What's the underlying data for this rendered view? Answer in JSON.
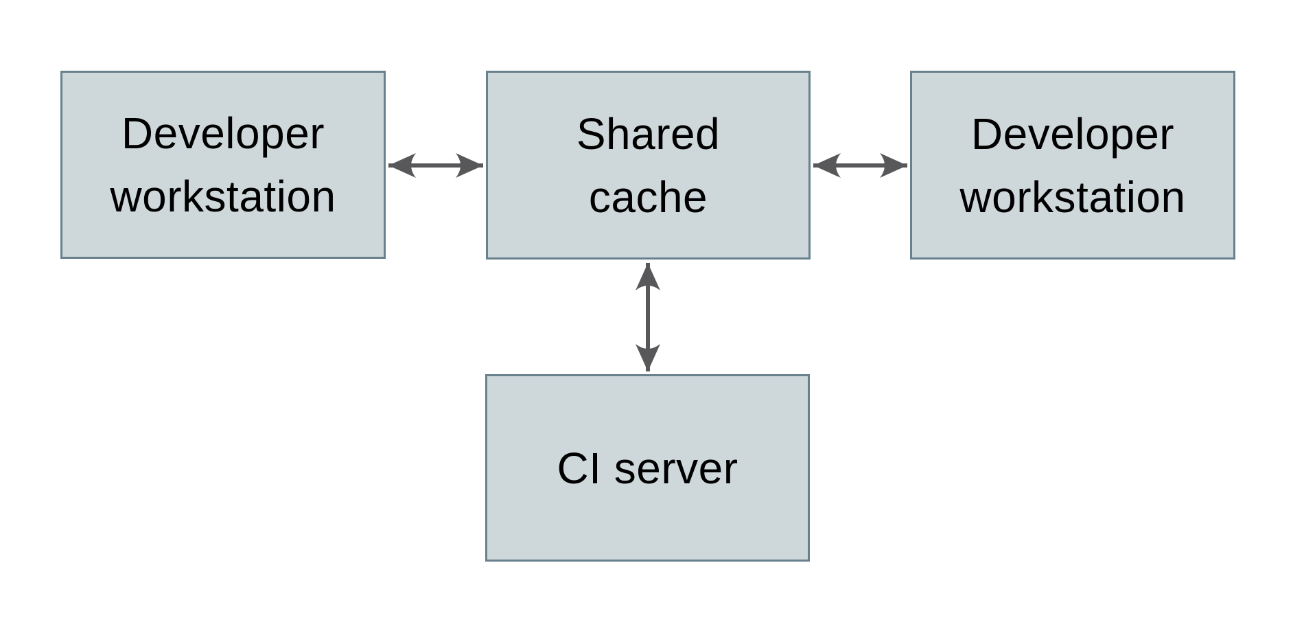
{
  "diagram": {
    "type": "architecture-diagram",
    "background": "#ffffff",
    "nodes": [
      {
        "id": "developer-workstation-left",
        "label": "Developer\nworkstation"
      },
      {
        "id": "shared-cache",
        "label": "Shared\ncache"
      },
      {
        "id": "developer-workstation-right",
        "label": "Developer\nworkstation"
      },
      {
        "id": "ci-server",
        "label": "CI server"
      }
    ],
    "edges": [
      {
        "from": "developer-workstation-left",
        "to": "shared-cache",
        "direction": "bidirectional",
        "orientation": "horizontal"
      },
      {
        "from": "shared-cache",
        "to": "developer-workstation-right",
        "direction": "bidirectional",
        "orientation": "horizontal"
      },
      {
        "from": "shared-cache",
        "to": "ci-server",
        "direction": "bidirectional",
        "orientation": "vertical"
      }
    ],
    "colors": {
      "node_fill": "#ced7da",
      "node_border": "#69818d",
      "arrow": "#58585b",
      "text": "#000000"
    }
  }
}
